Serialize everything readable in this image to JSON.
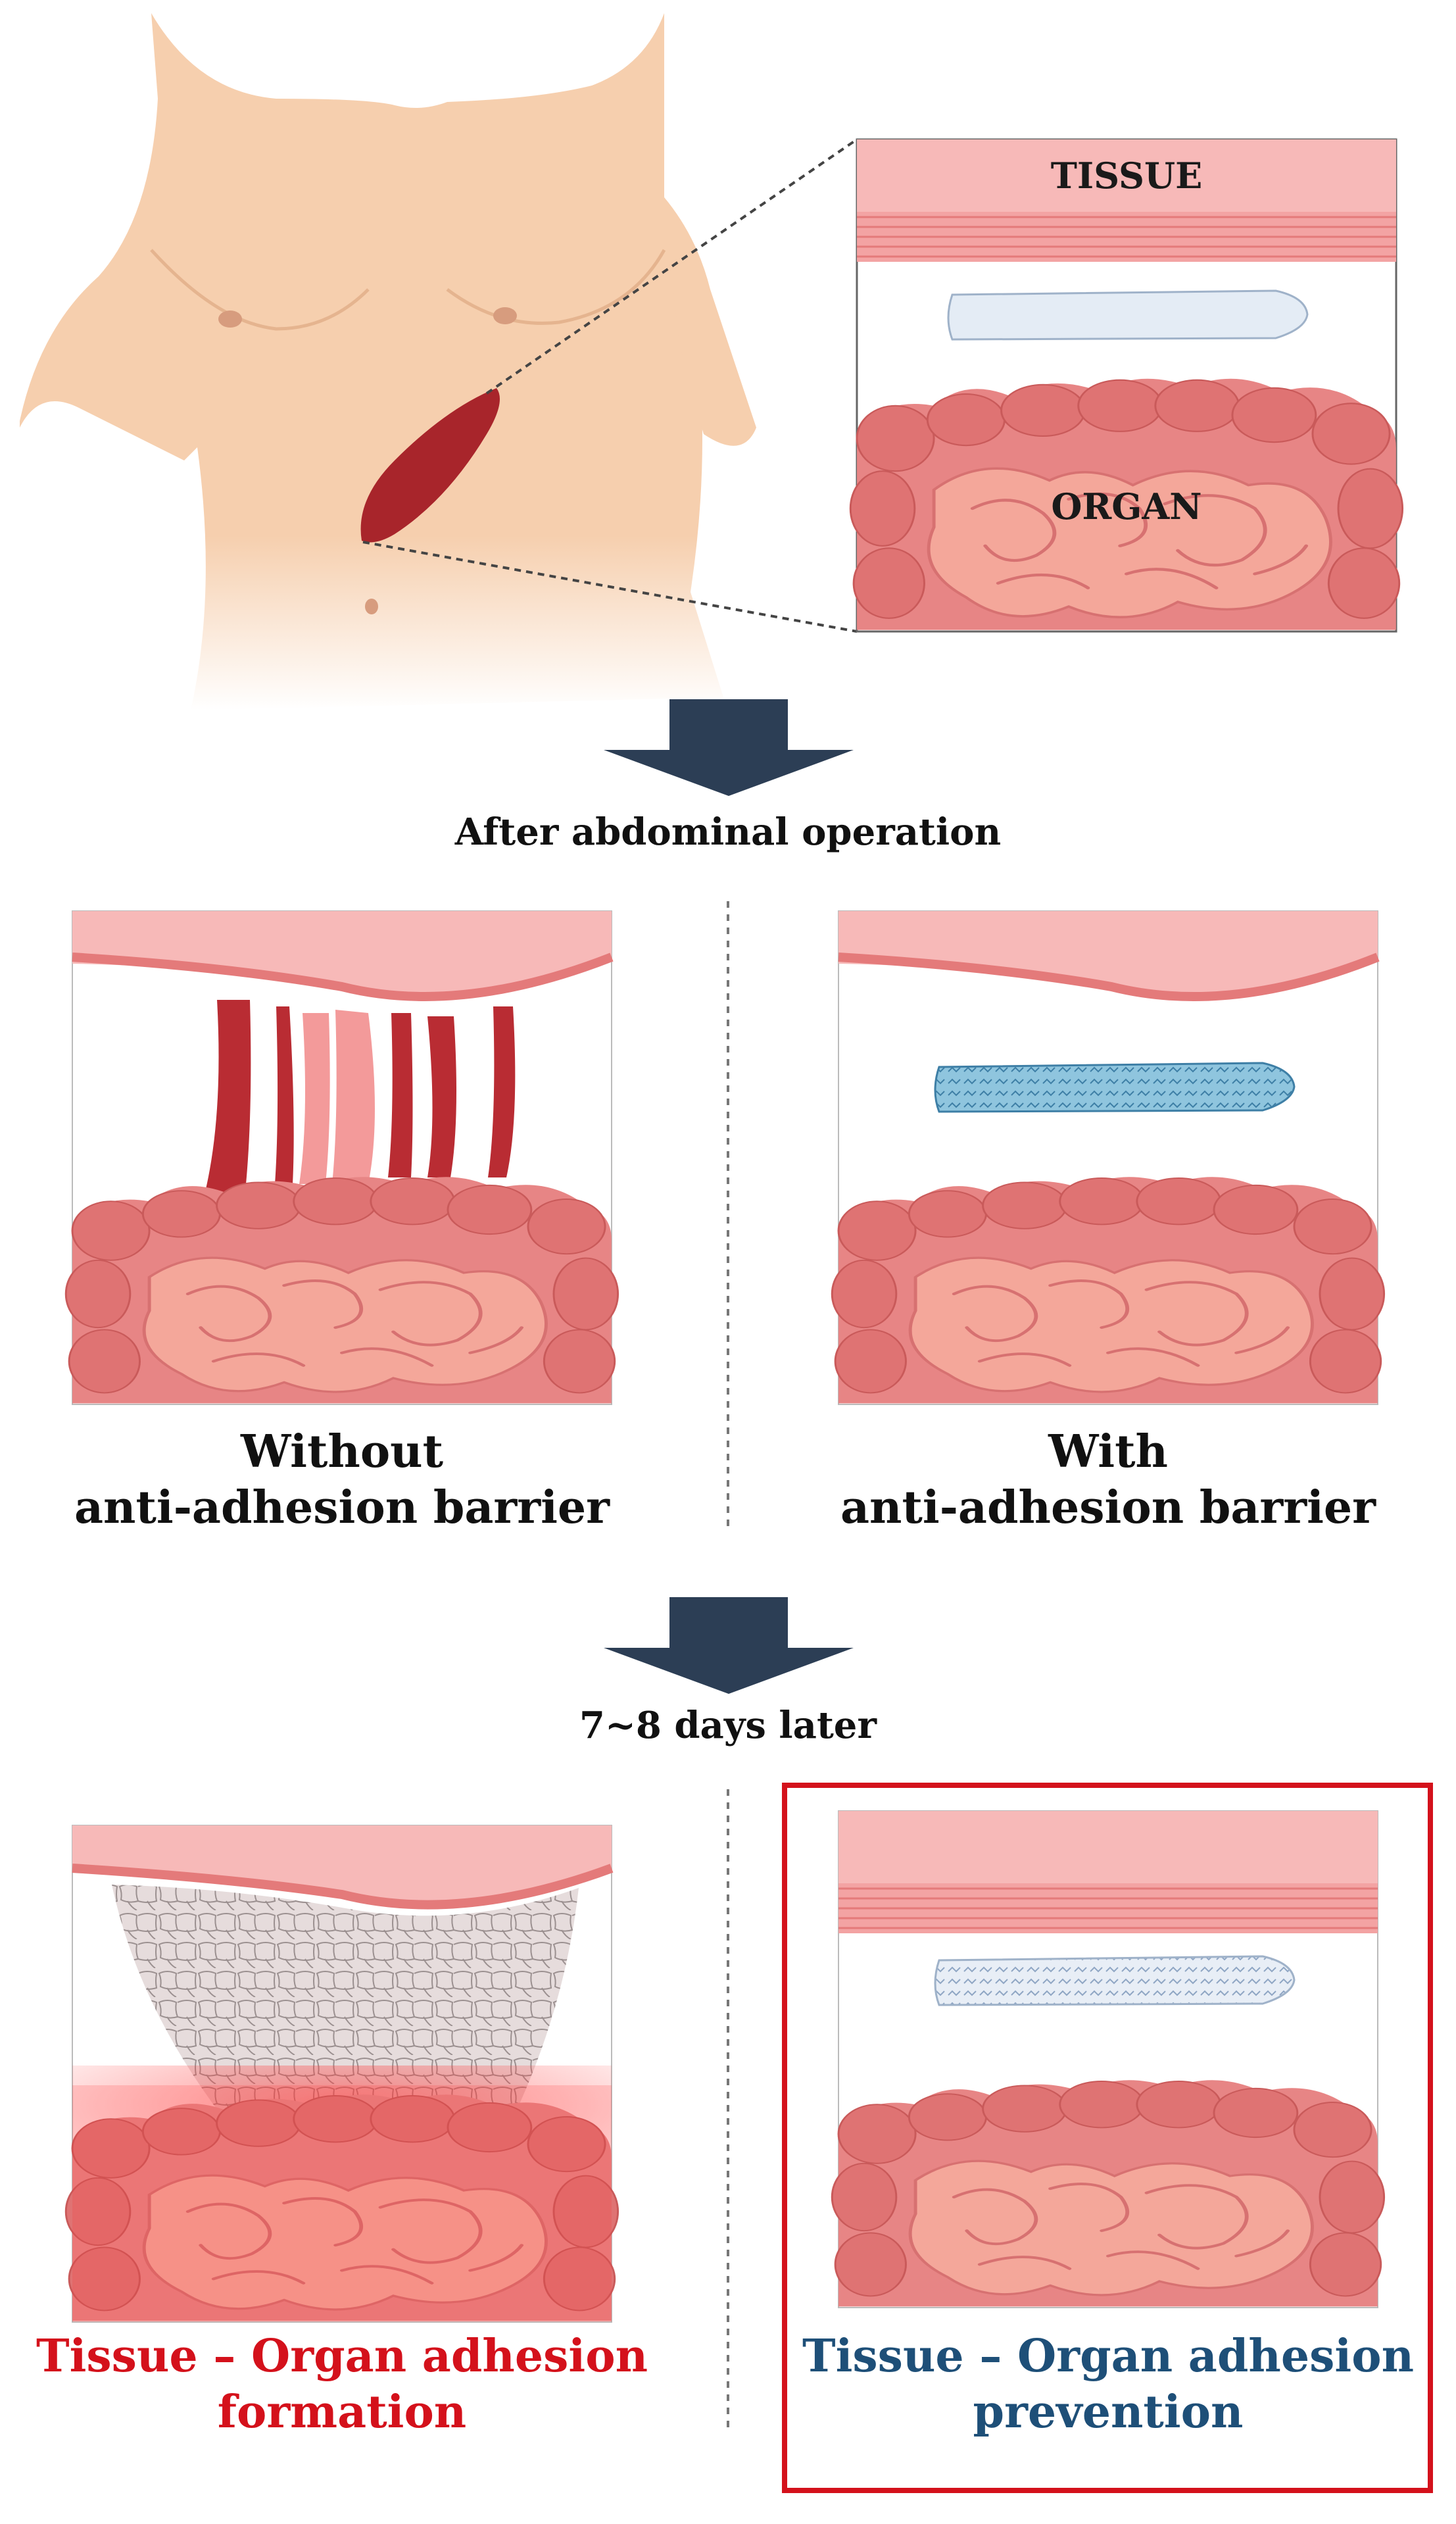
{
  "labels": {
    "tissue": "TISSUE",
    "organ": "ORGAN",
    "step1": "After abdominal operation",
    "step2": "7~8 days later",
    "without_line1": "Without",
    "without_line2": "anti-adhesion barrier",
    "with_line1": "With",
    "with_line2": "anti-adhesion barrier",
    "formation_line1": "Tissue – Organ adhesion",
    "formation_line2": "formation",
    "prevention_line1": "Tissue – Organ adhesion",
    "prevention_line2": "prevention"
  },
  "colors": {
    "skin": "#f6cfae",
    "incision": "#a8252b",
    "tissue_band": "#f7b9b8",
    "tissue_line": "#e88585",
    "organ": "#e78585",
    "organ_dark": "#d96767",
    "organ_light": "#f4a79a",
    "adhesion_band": "#b92c33",
    "arrow": "#2c3e55",
    "highlight_box": "#d4111b",
    "formation_text": "#d4111b",
    "prevention_text": "#1e4f78"
  }
}
